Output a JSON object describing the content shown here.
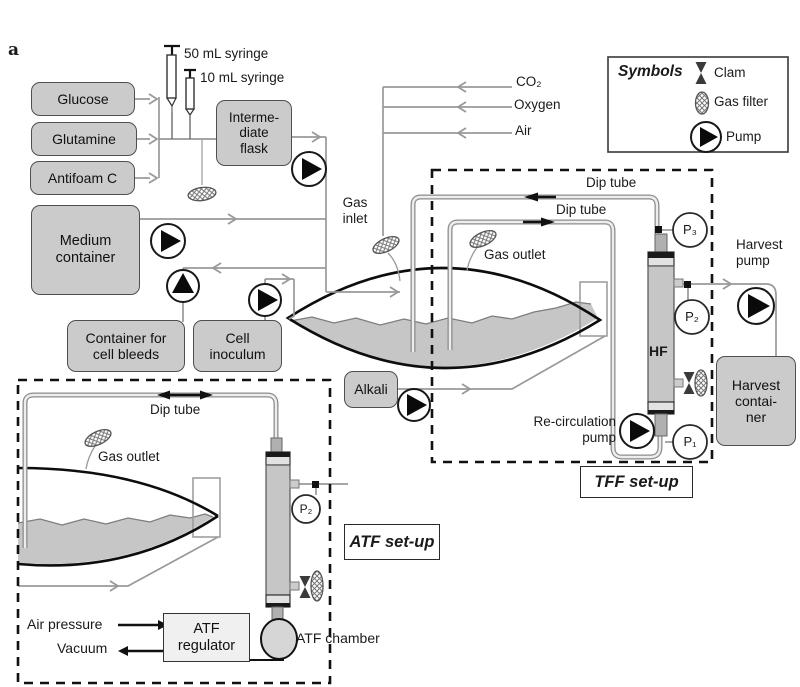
{
  "panel_label": "a",
  "colors": {
    "box_fill": "#cbcbcb",
    "box_border": "#4f4f4f",
    "plumbing_line": "#999999",
    "tube_outline": "#8c8c8c",
    "liquid_fill": "#c6c6c6",
    "outline_dark": "#0d0d0d",
    "hf_body": "#c6c6c6"
  },
  "icons": {
    "pump": "pump-icon",
    "gas_filter": "gas-filter-icon",
    "clamp": "clamp-icon",
    "pressure_gauge": "pressure-gauge-icon",
    "syringe": "syringe-icon",
    "arrow": "flow-arrow-icon"
  },
  "feeds": {
    "syringe_50": "50 mL syringe",
    "syringe_10": "10 mL syringe",
    "glucose": "Glucose",
    "glutamine": "Glutamine",
    "antifoam": "Antifoam C",
    "intermediate_flask": "Interme-\ndiate\nflask",
    "medium_container": "Medium\ncontainer",
    "cell_bleeds": "Container for\ncell bleeds",
    "cell_inoculum": "Cell\ninoculum",
    "alkali": "Alkali"
  },
  "gases": {
    "co2": "CO₂",
    "oxygen": "Oxygen",
    "air": "Air",
    "gas_inlet": "Gas\ninlet"
  },
  "bioreactor": {
    "gas_outlet": "Gas outlet"
  },
  "tff": {
    "title": "TFF set-up",
    "dip_tube_return": "Dip tube",
    "dip_tube_draw": "Dip tube",
    "hf_module": "HF",
    "gauge_p1": "P₁",
    "gauge_p2": "P₂",
    "gauge_p3": "P₃",
    "recirculation_pump": "Re-circulation\npump",
    "harvest_pump": "Harvest\npump",
    "harvest_container": "Harvest\ncontai-\nner"
  },
  "atf": {
    "title": "ATF set-up",
    "dip_tube": "Dip tube",
    "gas_outlet": "Gas outlet",
    "gauge_p2": "P₂",
    "regulator": "ATF\nregulator",
    "chamber": "ATF chamber",
    "air_pressure": "Air pressure",
    "vacuum": "Vacuum"
  },
  "legend": {
    "title": "Symbols",
    "clamp": "Clam",
    "gas_filter": "Gas filter",
    "pump": "Pump"
  }
}
